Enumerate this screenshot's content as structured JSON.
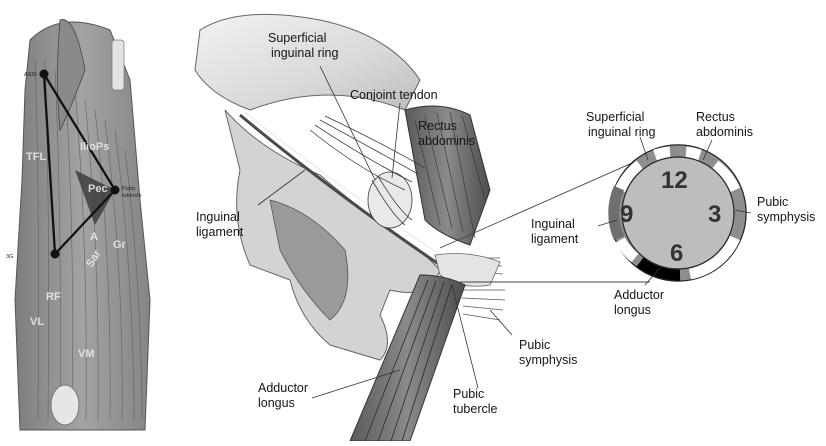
{
  "left_panel": {
    "landmarks": {
      "asis": "ASIS",
      "pubic_tubercle": "Pubic\ntubercle",
      "side_mark": "3G"
    },
    "muscles": {
      "tfl": "TFL",
      "iliops": "IlioPs",
      "pec": "Pec",
      "gr": "Gr",
      "sar": "Sar",
      "rf": "RF",
      "vl": "VL",
      "vm": "VM",
      "a": "A"
    }
  },
  "center_panel": {
    "superficial_inguinal_ring": "Superficial\ninguinal ring",
    "conjoint_tendon": "Conjoint tendon",
    "rectus_abdominis": "Rectus\nabdominis",
    "inguinal_ligament": "Inguinal\nligament",
    "adductor_longus": "Adductor\nlongus",
    "pubic_tubercle": "Pubic\ntubercle",
    "pubic_symphysis": "Pubic\nsymphysis"
  },
  "clock": {
    "numbers": {
      "n12": "12",
      "n3": "3",
      "n6": "6",
      "n9": "9"
    },
    "labels": {
      "superficial_inguinal_ring": "Superficial\ninguinal ring",
      "rectus_abdominis": "Rectus\nabdominis",
      "pubic_symphysis": "Pubic\nsymphysis",
      "inguinal_ligament": "Inguinal\nligament",
      "adductor_longus": "Adductor\nlongus"
    }
  },
  "colors": {
    "clock_face": "#bdbdbd",
    "clock_ring": "#8e8e8e",
    "inguinal_ligament_segment": "#6f6f6f",
    "adductor_segment": "#000000",
    "white_segment": "#ffffff"
  }
}
